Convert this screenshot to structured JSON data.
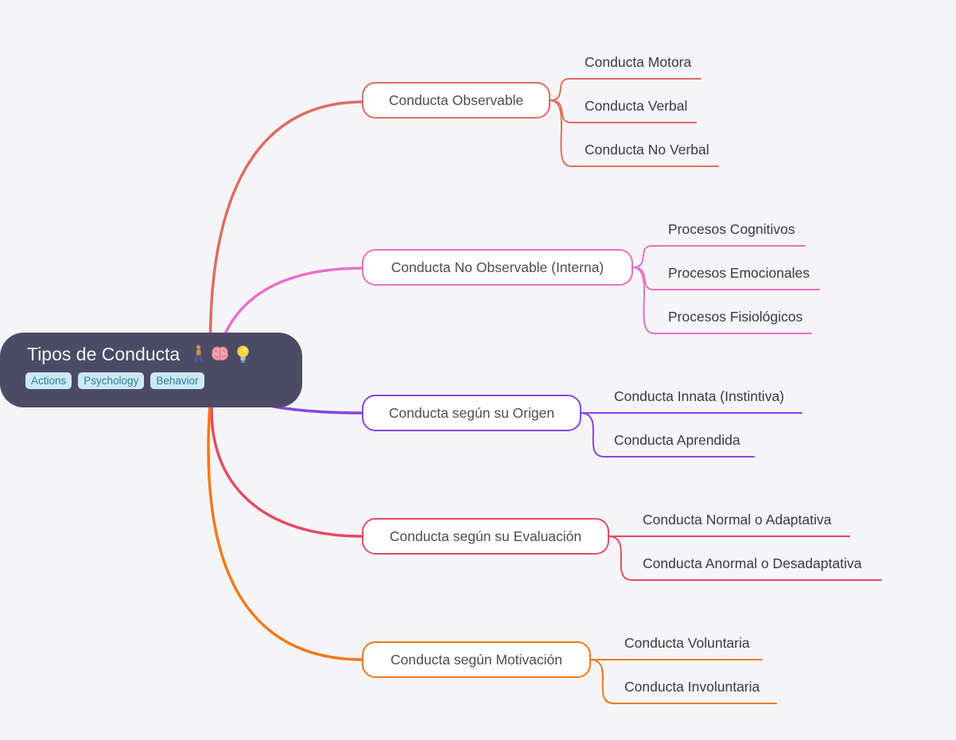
{
  "canvas": {
    "background": "#f5f5f7"
  },
  "root": {
    "title": "Tipos de Conducta",
    "icons": [
      {
        "name": "walking-person-emoji",
        "glyph": "🚶"
      },
      {
        "name": "brain-emoji",
        "glyph": "🧠"
      },
      {
        "name": "light-bulb-emoji",
        "glyph": "💡"
      }
    ],
    "tags": [
      "Actions",
      "Psychology",
      "Behavior"
    ],
    "colors": {
      "background": "#4b4b66",
      "title": "#f2f2f5",
      "tag_bg": "#cde9f4",
      "tag_text": "#2d7b9b"
    }
  },
  "branches": [
    {
      "label": "Conducta Observable",
      "color": "#df6c63",
      "children": [
        "Conducta Motora",
        "Conducta Verbal",
        "Conducta No Verbal"
      ]
    },
    {
      "label": "Conducta No Observable (Interna)",
      "color": "#ea6fc9",
      "children": [
        "Procesos Cognitivos",
        "Procesos Emocionales",
        "Procesos Fisiológicos"
      ]
    },
    {
      "label": "Conducta según su Origen",
      "color": "#8845e3",
      "children": [
        "Conducta Innata (Instintiva)",
        "Conducta Aprendida"
      ]
    },
    {
      "label": "Conducta según su Evaluación",
      "color": "#e64a64",
      "children": [
        "Conducta Normal o Adaptativa",
        "Conducta Anormal o Desadaptativa"
      ]
    },
    {
      "label": "Conducta según Motivación",
      "color": "#f0791c",
      "children": [
        "Conducta Voluntaria",
        "Conducta Involuntaria"
      ]
    }
  ]
}
